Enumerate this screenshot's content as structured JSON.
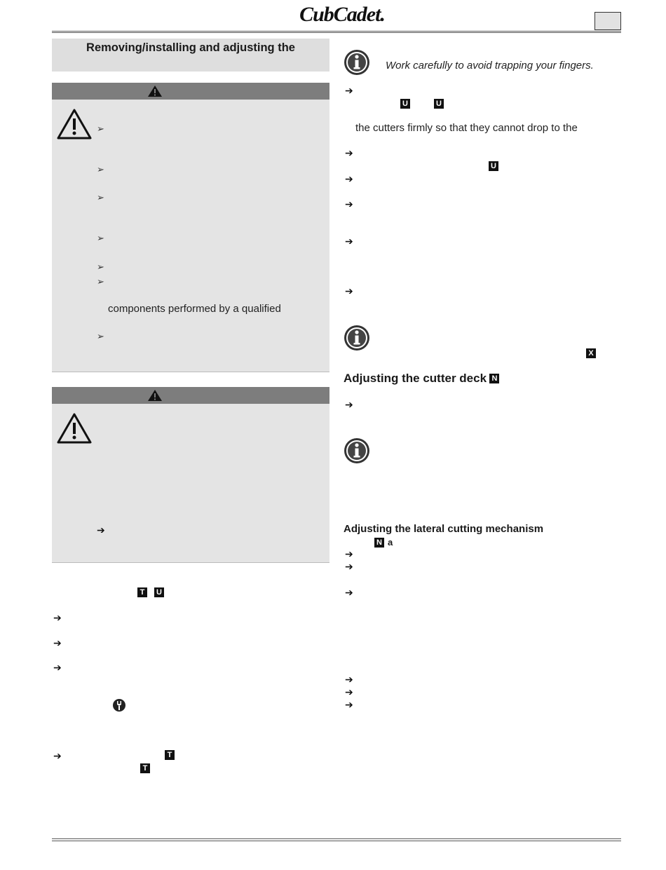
{
  "header": {
    "logo": "CubCadet.",
    "page_number": ""
  },
  "left": {
    "section_title": "Removing/installing and adjusting the",
    "danger_panel": {
      "bullet_marker": "➢",
      "text_line": "components performed by a qualified"
    },
    "arrow_marker": "➔",
    "badges": {
      "t": "T",
      "u": "U"
    }
  },
  "right": {
    "note_1": "Work carefully to avoid trapping your fingers.",
    "arrow_marker": "➔",
    "body_text": "the cutters firmly so that they cannot drop to the",
    "badges": {
      "u": "U",
      "x": "X",
      "n": "N",
      "a": "a"
    },
    "heading_deck": "Adjusting the cutter deck",
    "heading_lateral": "Adjusting the lateral cutting mechanism"
  },
  "icons": {
    "warning": "warning-triangle-icon",
    "info": "info-icon",
    "wrench": "wrench-icon"
  },
  "colors": {
    "panel_bg": "#e4e4e4",
    "panel_bar": "#7d7d7d",
    "title_bg": "#dedede"
  }
}
